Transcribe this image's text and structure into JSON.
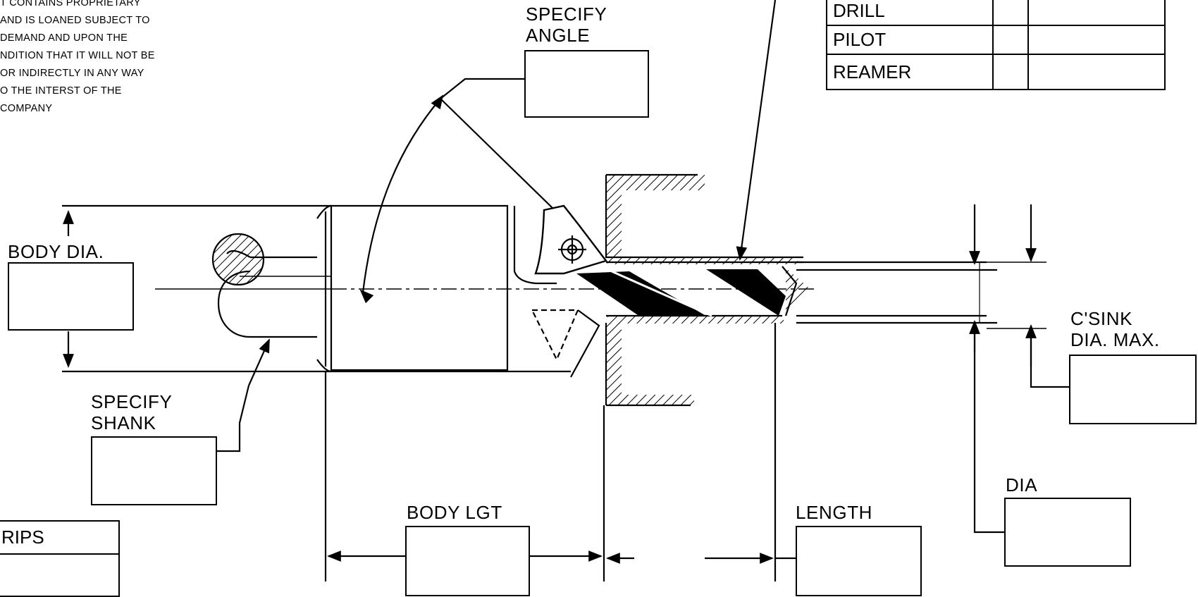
{
  "notice": {
    "lines": [
      "T CONTAINS PROPRIETARY",
      "AND IS LOANED SUBJECT  TO",
      "DEMAND AND UPON THE",
      "NDITION THAT IT WILL NOT BE",
      " OR INDIRECTLY IN ANY WAY",
      "O THE INTERST OF THE",
      "COMPANY"
    ]
  },
  "tool_table": {
    "rows": [
      "DRILL",
      "PILOT",
      "REAMER"
    ]
  },
  "grips_table": {
    "header": "RIPS"
  },
  "labels": {
    "specify_angle_1": "SPECIFY",
    "specify_angle_2": "ANGLE",
    "body_dia": "BODY DIA.",
    "specify_shank_1": "SPECIFY",
    "specify_shank_2": "SHANK",
    "body_lgt": "BODY LGT",
    "length": "LENGTH",
    "csink_1": "C'SINK",
    "csink_2": "DIA. MAX.",
    "dia": "DIA"
  }
}
